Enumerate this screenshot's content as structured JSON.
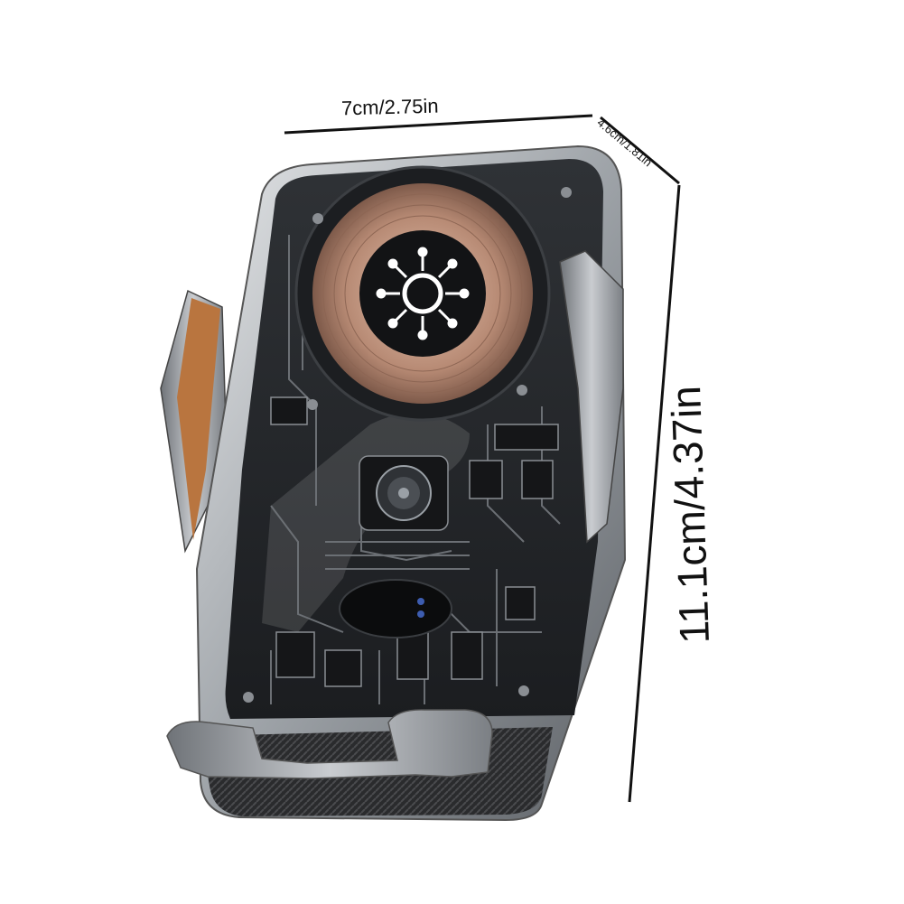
{
  "dimensions": {
    "width_label": "7cm/2.75in",
    "depth_label": "4.6cm/1.81in",
    "height_label": "11.1cm/4.37in"
  },
  "product": {
    "icon": "sun-logo-icon",
    "colors": {
      "frame": "#9ea3a8",
      "panel": "#23262a",
      "coil": "#b78a74",
      "arm_pad": "#b9753f",
      "lines": "#111111"
    }
  }
}
